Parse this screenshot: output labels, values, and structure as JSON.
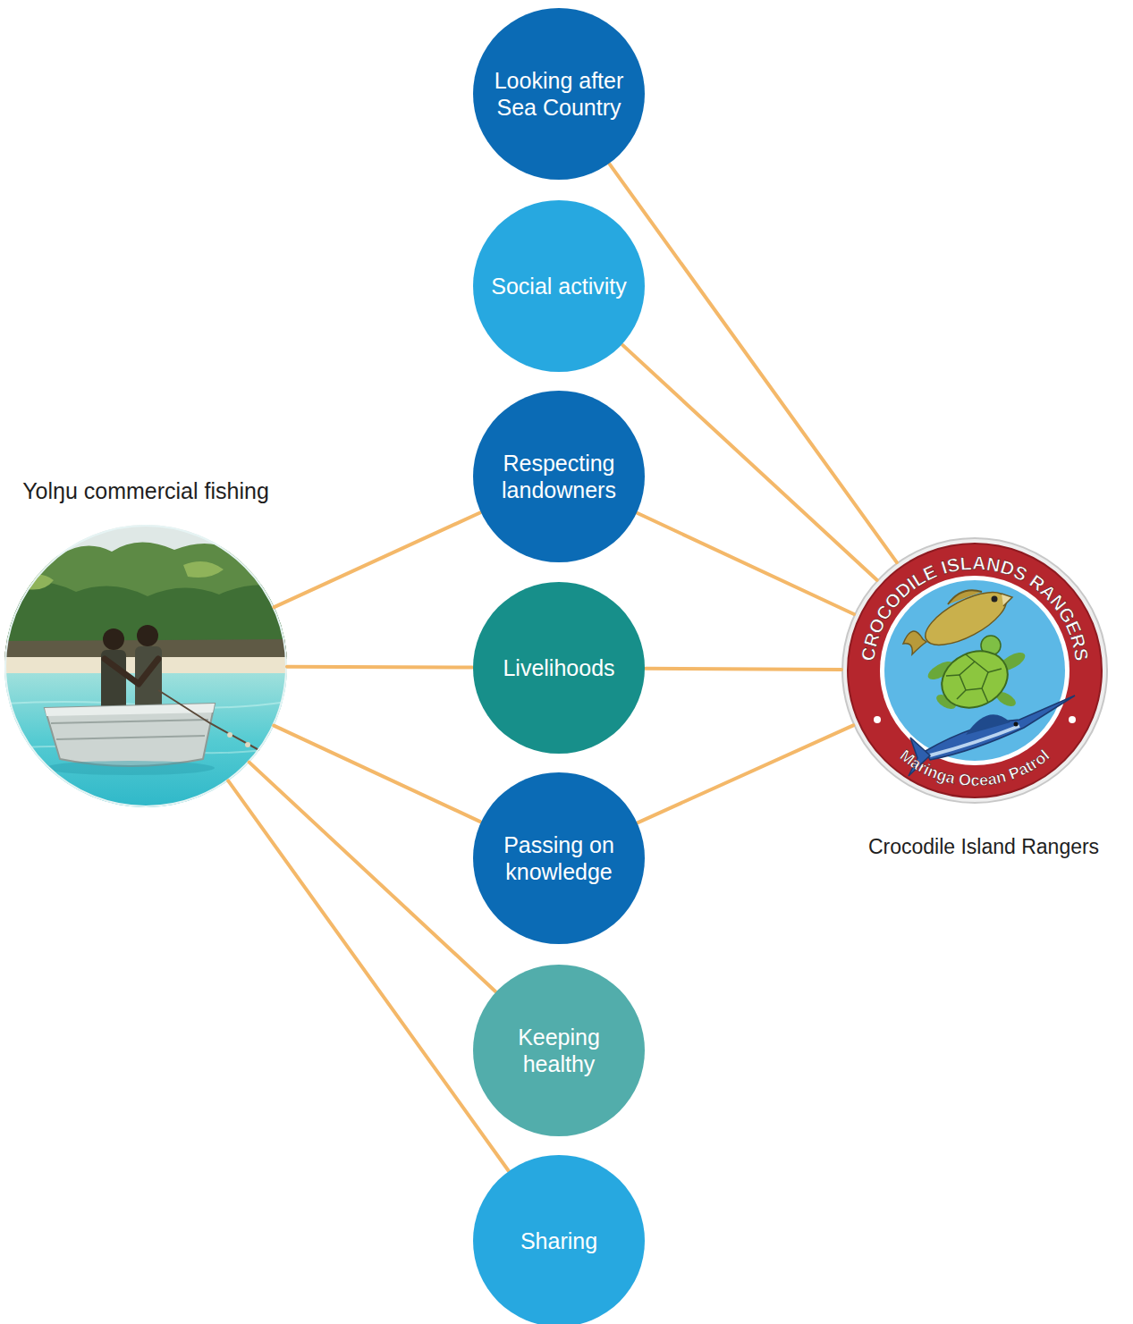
{
  "diagram": {
    "nodes": [
      {
        "text": [
          "Yolŋu commercial fishing"
        ]
      },
      {
        "text": [
          "Looking after Sea Country"
        ]
      },
      {
        "text": [
          "Social activity"
        ]
      },
      {
        "text": [
          "Respecting landowners"
        ]
      },
      {
        "text": [
          "Livelihoods"
        ]
      },
      {
        "text": [
          "Passing on knowledge"
        ]
      },
      {
        "text": [
          "Keeping healthy"
        ]
      },
      {
        "text": [
          "Sharing"
        ]
      },
      {
        "text": [
          "CROCODILE ISLANDS RANGERS",
          "Maringa Ocean Patrol",
          "Crocodile Island Rangers"
        ]
      }
    ],
    "edges": [
      {
        "from": 0,
        "to": 3,
        "arrow": "none"
      },
      {
        "from": 0,
        "to": 4,
        "arrow": "none"
      },
      {
        "from": 0,
        "to": 5,
        "arrow": "none"
      },
      {
        "from": 0,
        "to": 6,
        "arrow": "none"
      },
      {
        "from": 0,
        "to": 7,
        "arrow": "none"
      },
      {
        "from": 1,
        "to": 8,
        "arrow": "none"
      },
      {
        "from": 2,
        "to": 8,
        "arrow": "none"
      },
      {
        "from": 3,
        "to": 8,
        "arrow": "none"
      },
      {
        "from": 4,
        "to": 8,
        "arrow": "none"
      },
      {
        "from": 5,
        "to": 8,
        "arrow": "none"
      }
    ]
  }
}
